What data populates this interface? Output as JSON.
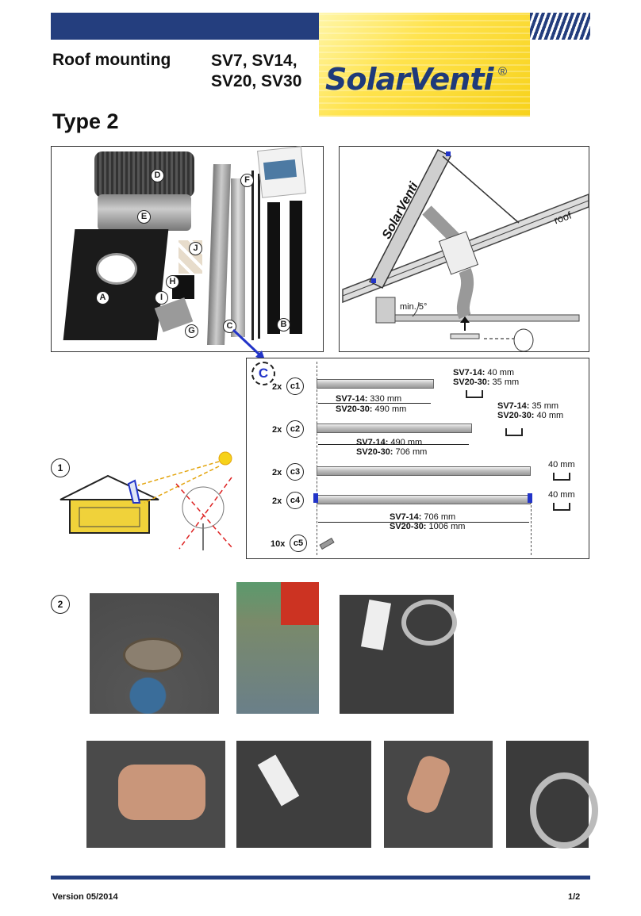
{
  "header": {
    "title_left": "Roof mounting",
    "title_right_line1": "SV7, SV14,",
    "title_right_line2": "SV20, SV30",
    "logo_text": "SolarVenti",
    "logo_reg": "®",
    "subtitle": "Type 2"
  },
  "parts_photo": {
    "labels": [
      "D",
      "E",
      "A",
      "F",
      "J",
      "H",
      "I",
      "G",
      "C",
      "B"
    ]
  },
  "diagram": {
    "panel_text": "SolarVenti",
    "roof_label": "roof",
    "angle_label": "min. 5°"
  },
  "rails": {
    "section_label": "C",
    "c1": {
      "qty": "2x",
      "id": "c1",
      "len_a_label": "SV7-14:",
      "len_a": "330 mm",
      "len_b_label": "SV20-30:",
      "len_b": "490 mm",
      "prof_a_label": "SV7-14:",
      "prof_a": "40 mm",
      "prof_b_label": "SV20-30:",
      "prof_b": "35 mm"
    },
    "c2": {
      "qty": "2x",
      "id": "c2",
      "len_a_label": "SV7-14:",
      "len_a": "490 mm",
      "len_b_label": "SV20-30:",
      "len_b": "706 mm",
      "prof_a_label": "SV7-14:",
      "prof_a": "35 mm",
      "prof_b_label": "SV20-30:",
      "prof_b": "40 mm"
    },
    "c3": {
      "qty": "2x",
      "id": "c3",
      "prof": "40 mm"
    },
    "c4": {
      "qty": "2x",
      "id": "c4",
      "len_a_label": "SV7-14:",
      "len_a": "706 mm",
      "len_b_label": "SV20-30:",
      "len_b": "1006 mm",
      "prof": "40 mm"
    },
    "c5": {
      "qty": "10x",
      "id": "c5"
    }
  },
  "steps": {
    "step1": "1",
    "step2": "2"
  },
  "footer": {
    "version": "Version 05/2014",
    "page": "1/2"
  },
  "colors": {
    "brand_blue": "#243e7e",
    "logo_yellow": "#ffe34d",
    "house_yellow": "#f0d23a"
  }
}
